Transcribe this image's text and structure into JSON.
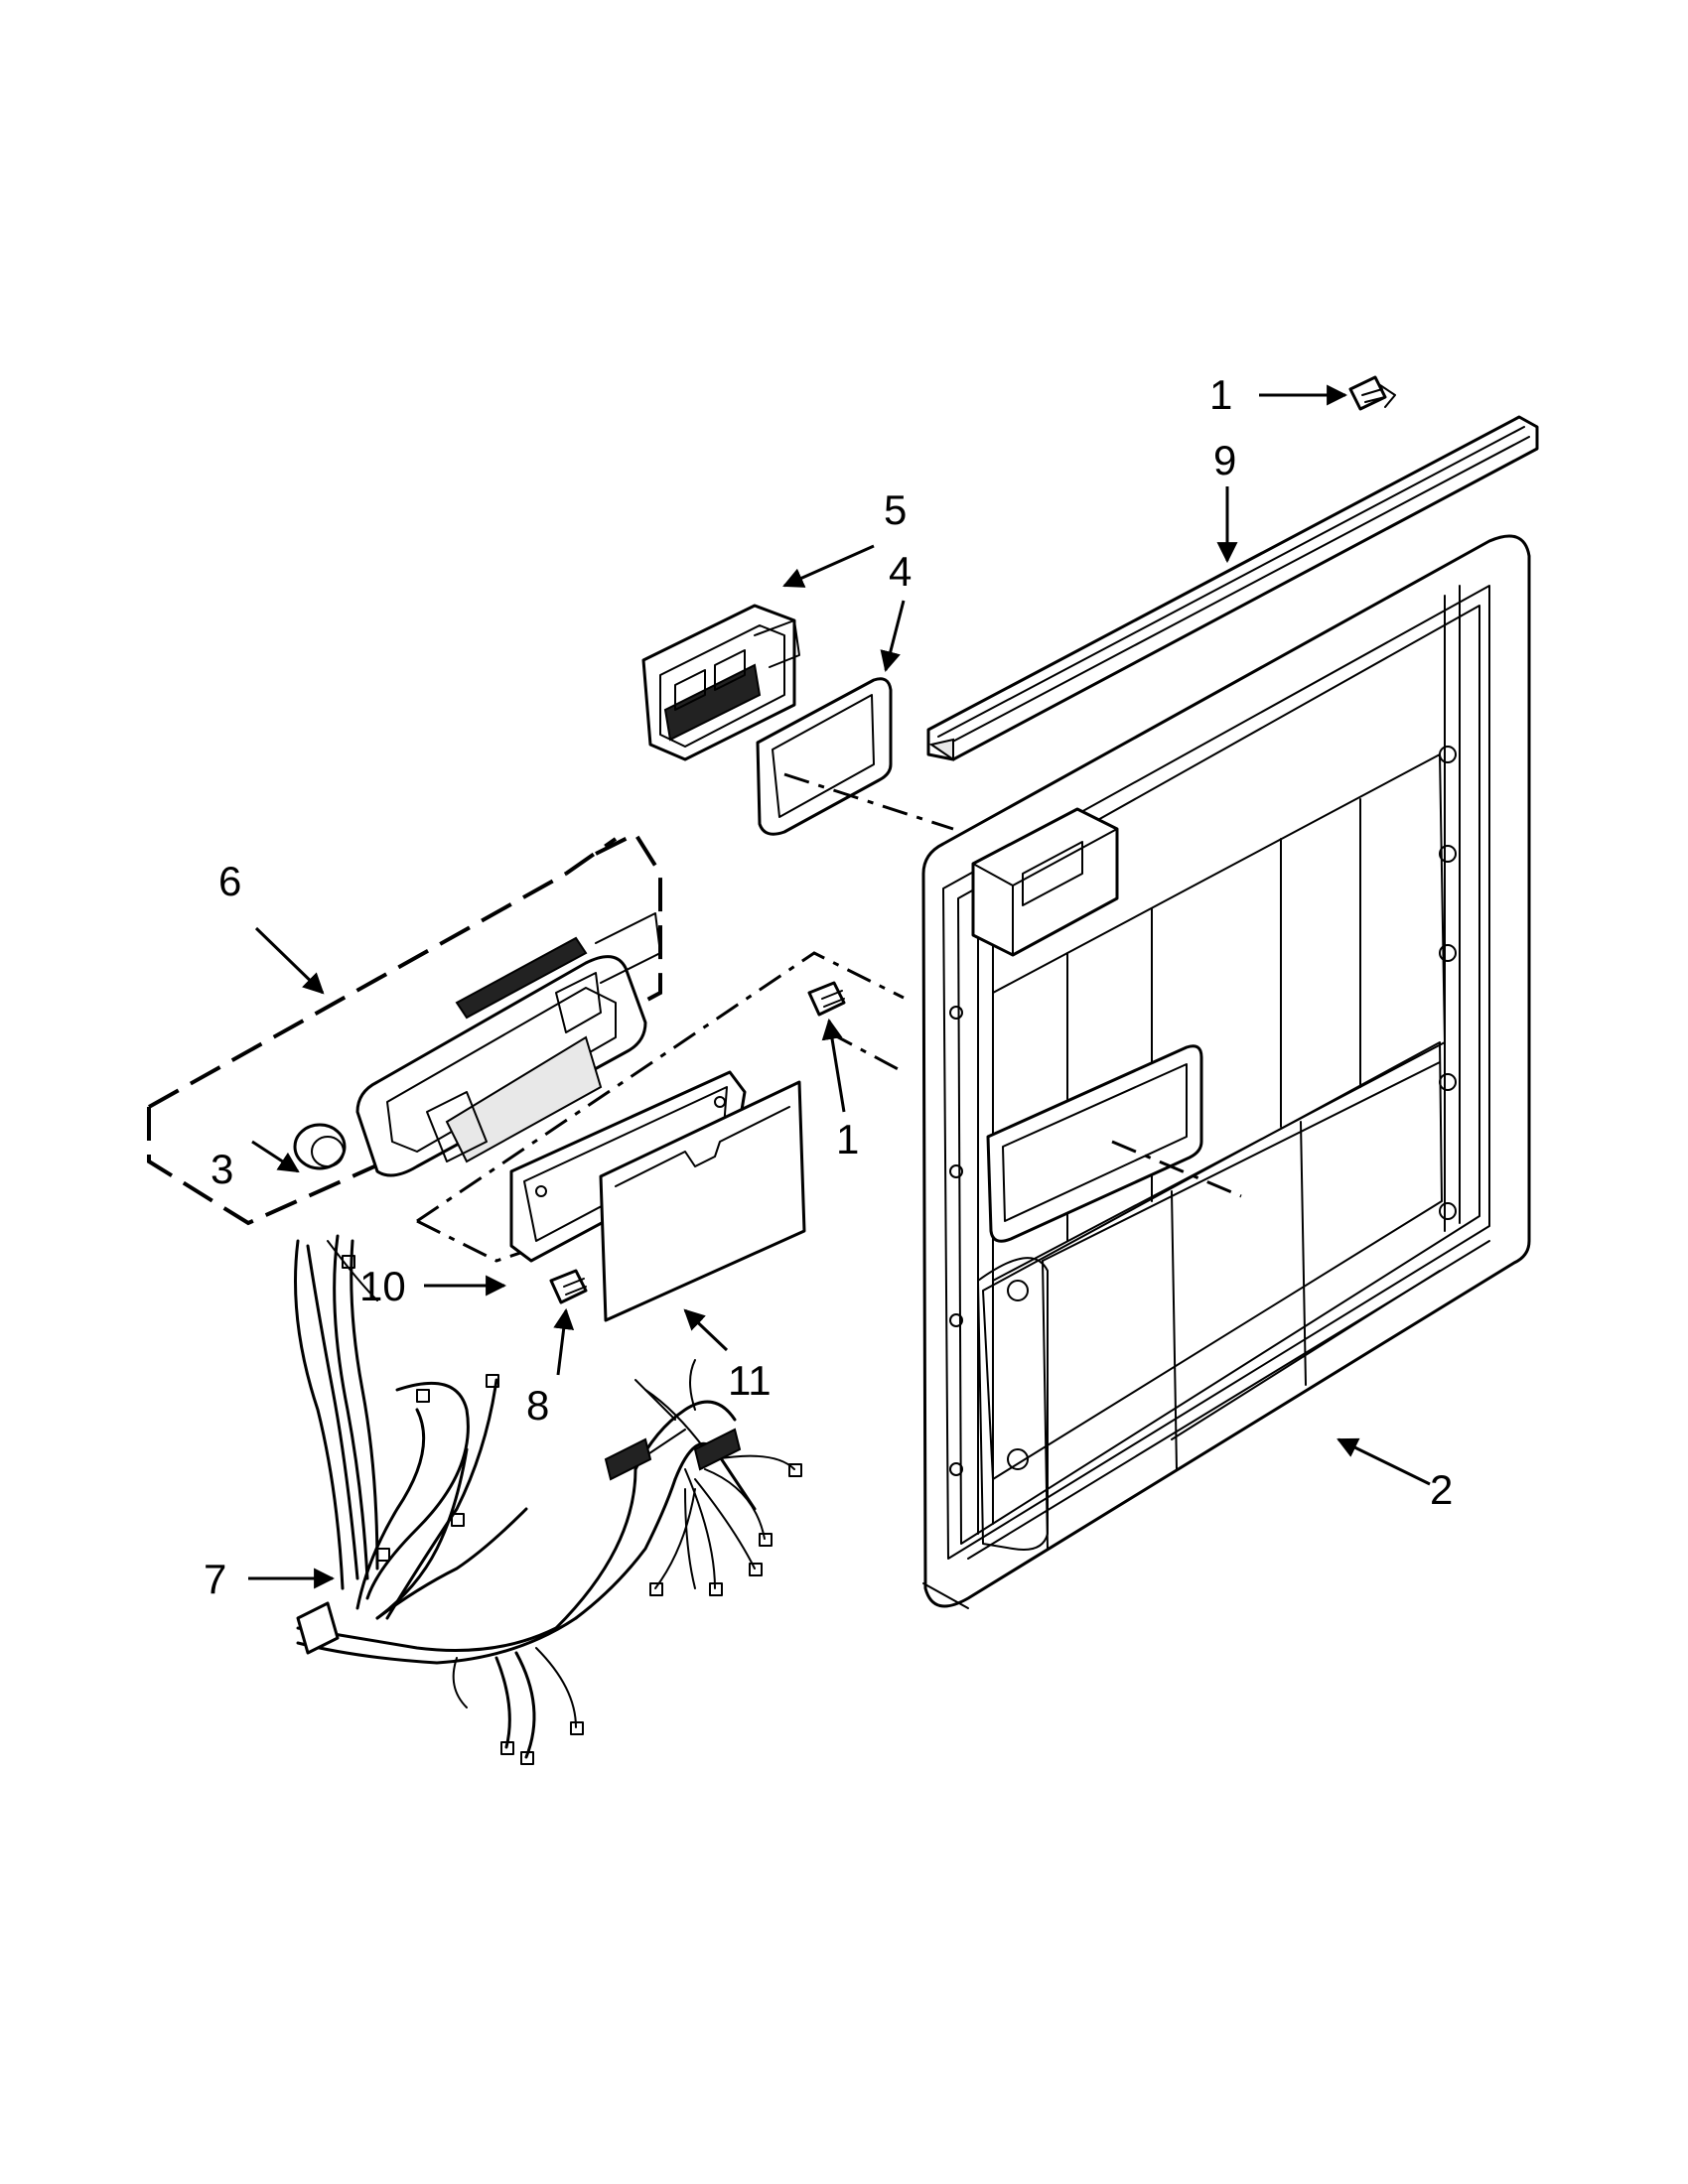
{
  "diagram": {
    "callouts": [
      {
        "id": "c1-top",
        "text": "1"
      },
      {
        "id": "c9",
        "text": "9"
      },
      {
        "id": "c5",
        "text": "5"
      },
      {
        "id": "c4",
        "text": "4"
      },
      {
        "id": "c6",
        "text": "6"
      },
      {
        "id": "c1-mid",
        "text": "1"
      },
      {
        "id": "c3",
        "text": "3"
      },
      {
        "id": "c10",
        "text": "10"
      },
      {
        "id": "c11",
        "text": "11"
      },
      {
        "id": "c8",
        "text": "8"
      },
      {
        "id": "c2",
        "text": "2"
      },
      {
        "id": "c7",
        "text": "7"
      }
    ]
  }
}
